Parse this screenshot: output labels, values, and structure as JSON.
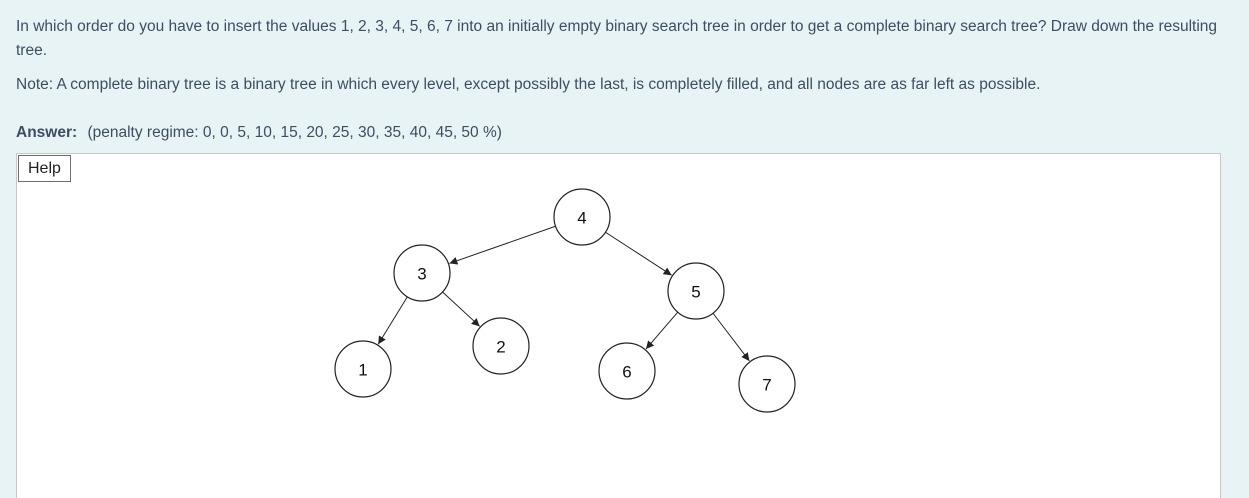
{
  "question": {
    "prompt": "In which order do you have to insert the values 1, 2, 3, 4, 5, 6, 7 into an initially empty binary search tree in order to get a complete binary search tree? Draw down the resulting tree.",
    "note": "Note: A complete binary tree is a binary tree in which every level, except possibly the last, is completely filled, and all nodes are as far left as possible."
  },
  "answer": {
    "label": "Answer:",
    "penalty": "(penalty regime: 0, 0, 5, 10, 15, 20, 25, 30, 35, 40, 45, 50 %)"
  },
  "editor": {
    "help_label": "Help"
  },
  "tree": {
    "nodes": [
      {
        "id": "n4",
        "label": "4"
      },
      {
        "id": "n3",
        "label": "3"
      },
      {
        "id": "n5",
        "label": "5"
      },
      {
        "id": "n1",
        "label": "1"
      },
      {
        "id": "n2",
        "label": "2"
      },
      {
        "id": "n6",
        "label": "6"
      },
      {
        "id": "n7",
        "label": "7"
      }
    ],
    "edges": [
      {
        "from": "n4",
        "to": "n3"
      },
      {
        "from": "n4",
        "to": "n5"
      },
      {
        "from": "n3",
        "to": "n1"
      },
      {
        "from": "n3",
        "to": "n2"
      },
      {
        "from": "n5",
        "to": "n6"
      },
      {
        "from": "n5",
        "to": "n7"
      }
    ]
  }
}
